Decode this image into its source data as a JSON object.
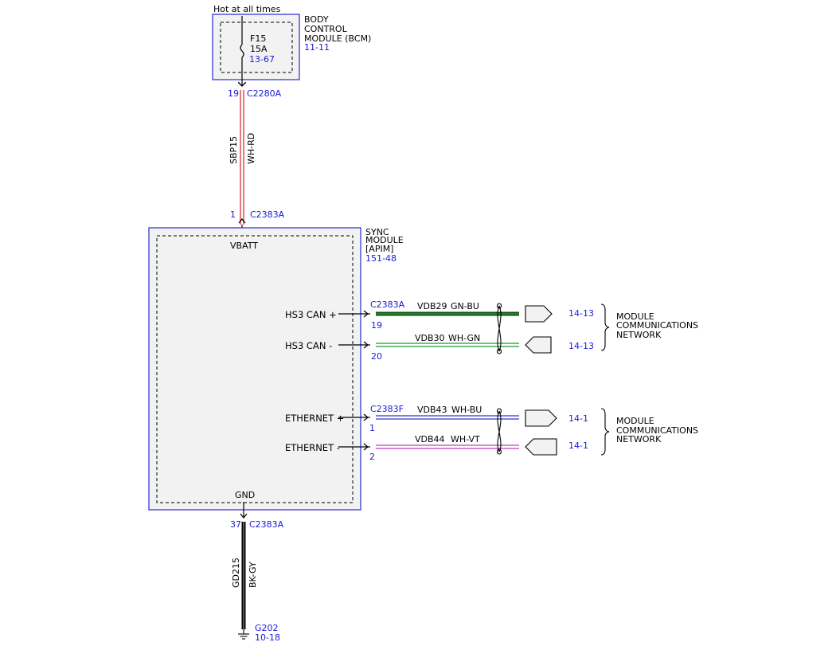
{
  "colors": {
    "module_border": "#3a3ad4",
    "ref_text": "#1a1ad6",
    "module_fill": "#f2f2f2",
    "red": "#d62020",
    "green": "#1f9a2f",
    "dark_green": "#114d14",
    "blue": "#3333cc",
    "violet": "#c23cc2",
    "black": "#000000"
  },
  "header": {
    "power_label": "Hot at all times"
  },
  "bcm": {
    "name_lines": [
      "BODY",
      "CONTROL",
      "MODULE (BCM)"
    ],
    "ref": "11-11",
    "fuse": {
      "id": "F15",
      "rating": "15A",
      "ref": "13-67"
    },
    "pin": "19",
    "connector": "C2280A"
  },
  "power_wire": {
    "circuit": "SBP15",
    "color_code": "WH-RD",
    "icon": "red-white-wire"
  },
  "sync": {
    "name_lines": [
      "SYNC",
      "MODULE",
      "[APIM]"
    ],
    "ref": "151-48",
    "power_pin": "1",
    "power_connector": "C2383A",
    "vbatt_label": "VBATT",
    "gnd_label": "GND",
    "ground_pin": "37",
    "ground_connector": "C2383A",
    "pins": [
      {
        "label": "HS3 CAN +",
        "connector": "C2383A",
        "pin": "19",
        "circuit": "VDB29",
        "color_code": "GN-BU",
        "ref": "14-13"
      },
      {
        "label": "HS3 CAN -",
        "connector": "",
        "pin": "20",
        "circuit": "VDB30",
        "color_code": "WH-GN",
        "ref": "14-13"
      },
      {
        "label": "ETHERNET +",
        "connector": "C2383F",
        "pin": "1",
        "circuit": "VDB43",
        "color_code": "WH-BU",
        "ref": "14-1"
      },
      {
        "label": "ETHERNET -",
        "connector": "",
        "pin": "2",
        "circuit": "VDB44",
        "color_code": "WH-VT",
        "ref": "14-1"
      }
    ]
  },
  "networks": [
    {
      "lines": [
        "MODULE",
        "COMMUNICATIONS",
        "NETWORK"
      ]
    },
    {
      "lines": [
        "MODULE",
        "COMMUNICATIONS",
        "NETWORK"
      ]
    }
  ],
  "ground_wire": {
    "circuit": "GD215",
    "color_code": "BK-GY",
    "ground_point": "G202",
    "ground_ref": "10-18",
    "icon": "ground-icon"
  }
}
